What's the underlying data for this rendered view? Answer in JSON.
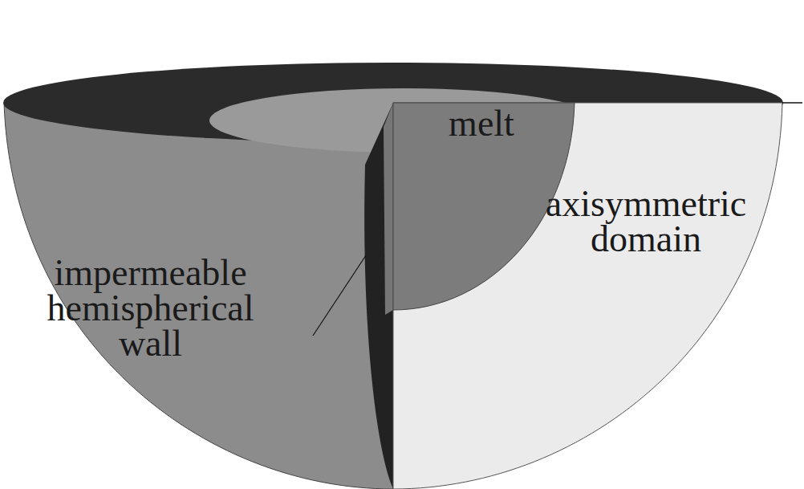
{
  "diagram": {
    "labels": [
      "melt",
      "axisymmetric domain",
      "impermeable hemispherical wall"
    ]
  }
}
